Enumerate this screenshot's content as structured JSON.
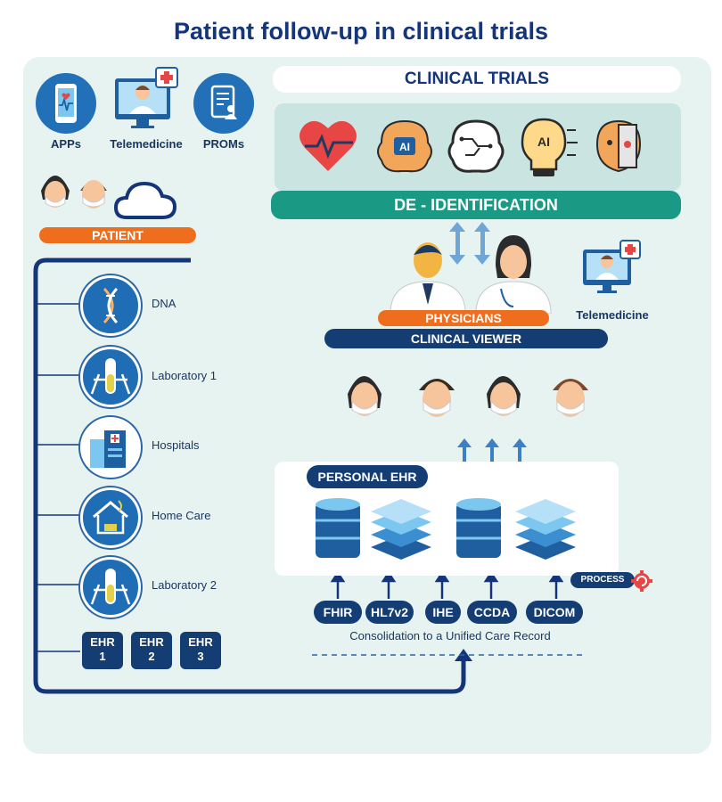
{
  "title": "Patient follow-up in clinical trials",
  "sources": {
    "apps": "APPs",
    "telemedicine": "Telemedicine",
    "proms": "PROMs"
  },
  "patient_label": "PATIENT",
  "data_sources": [
    {
      "label": "DNA",
      "icon": "dna-icon"
    },
    {
      "label": "Laboratory 1",
      "icon": "test-tube-icon"
    },
    {
      "label": "Hospitals",
      "icon": "hospital-icon"
    },
    {
      "label": "Home Care",
      "icon": "home-care-icon"
    },
    {
      "label": "Laboratory 2",
      "icon": "test-tube-icon"
    }
  ],
  "ehr_boxes": [
    {
      "name": "EHR",
      "num": "1"
    },
    {
      "name": "EHR",
      "num": "2"
    },
    {
      "name": "EHR",
      "num": "3"
    }
  ],
  "clinical_trials": {
    "header": "CLINICAL TRIALS",
    "icons": [
      "heart-rate-icon",
      "ai-brain-icon",
      "circuit-brain-icon",
      "ai-lightbulb-icon",
      "robot-face-icon"
    ],
    "ai_text": "AI"
  },
  "deidentification": "DE - IDENTIFICATION",
  "physicians": "PHYSICIANS",
  "telemedicine": "Telemedicine",
  "clinical_viewer": "CLINICAL VIEWER",
  "personal_ehr": "PERSONAL EHR",
  "process": "PROCESS",
  "formats": [
    "FHIR",
    "HL7v2",
    "IHE",
    "CCDA",
    "DICOM"
  ],
  "consolidation": "Consolidation to a Unified Care Record",
  "colors": {
    "navy": "#143d73",
    "blue": "#2170b8",
    "teal": "#1a9a84",
    "orange": "#ef6e1e",
    "panel": "#e7f3f0"
  }
}
